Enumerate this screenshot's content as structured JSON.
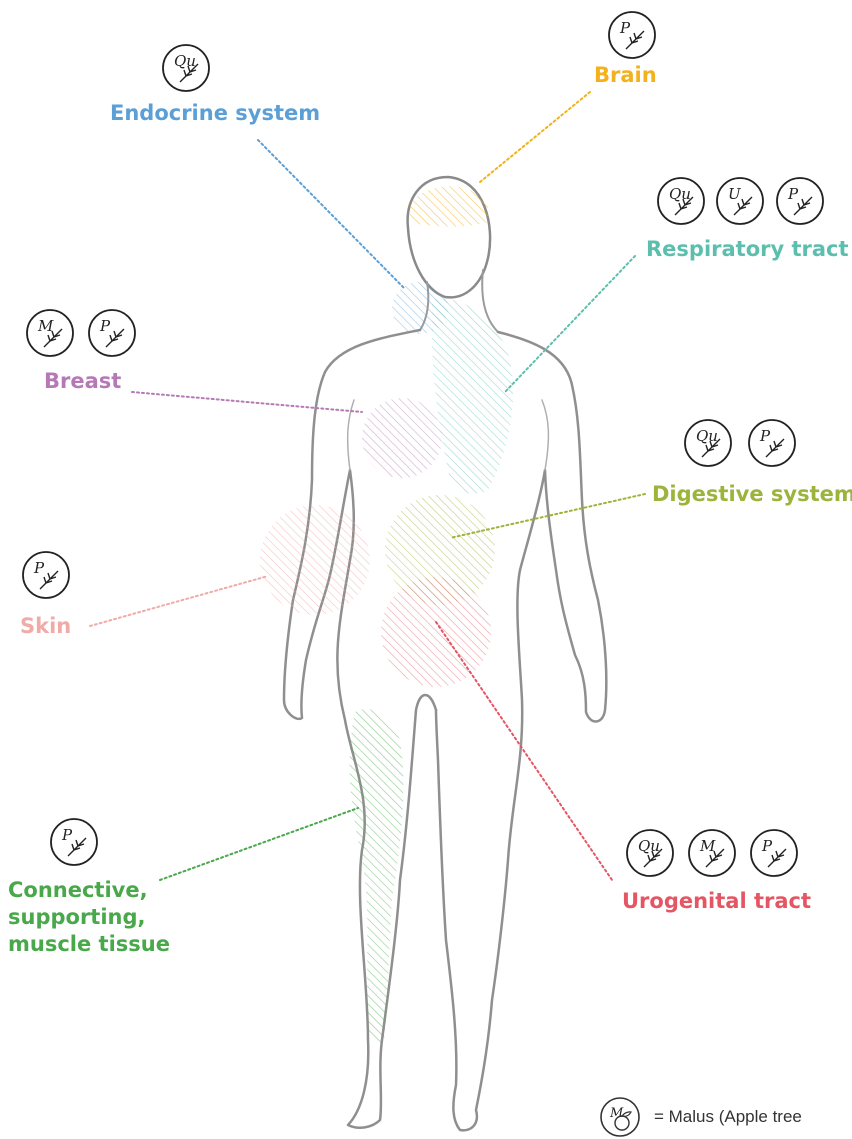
{
  "colors": {
    "brain": "#f3b11d",
    "endocrine": "#5b9fd6",
    "respiratory": "#5cbfae",
    "breast": "#b57ab5",
    "digestive": "#9cb33c",
    "skin": "#f0aaa8",
    "urogenital": "#e45664",
    "connective": "#48a84a",
    "outline": "#999999"
  },
  "labels": {
    "brain": "Brain",
    "endocrine": "Endocrine system",
    "respiratory": "Respiratory tract",
    "breast": "Breast",
    "digestive": "Digestive system",
    "skin": "Skin",
    "urogenital": "Urogenital tract",
    "connective_1": "Connective,",
    "connective_2": "supporting,",
    "connective_3": "muscle tissue"
  },
  "badges": {
    "brain": [
      "P"
    ],
    "endocrine": [
      "Qu"
    ],
    "respiratory": [
      "Qu",
      "U",
      "P"
    ],
    "breast": [
      "M",
      "P"
    ],
    "digestive": [
      "Qu",
      "P"
    ],
    "skin": [
      "P"
    ],
    "urogenital": [
      "Qu",
      "M",
      "P"
    ],
    "connective": [
      "P"
    ]
  },
  "legend": {
    "badge": "M",
    "text": "= Malus (Apple tree"
  }
}
